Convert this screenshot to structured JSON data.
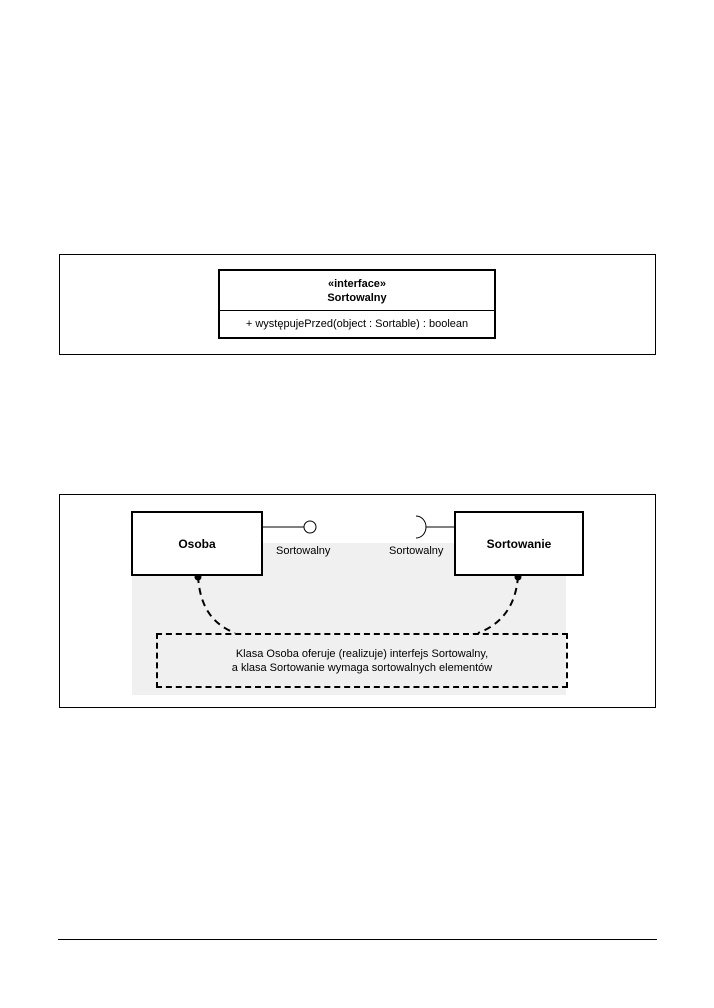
{
  "figure1": {
    "stereotype": "«interface»",
    "name": "Sortowalny",
    "operation": "+ występujePrzed(object : Sortable) : boolean"
  },
  "figure2": {
    "provider_class": "Osoba",
    "consumer_class": "Sortowanie",
    "provided_interface_label": "Sortowalny",
    "required_interface_label": "Sortowalny",
    "note_line1": "Klasa Osoba oferuje (realizuje) interfejs Sortowalny,",
    "note_line2": "a klasa Sortowanie wymaga sortowalnych elementów"
  }
}
